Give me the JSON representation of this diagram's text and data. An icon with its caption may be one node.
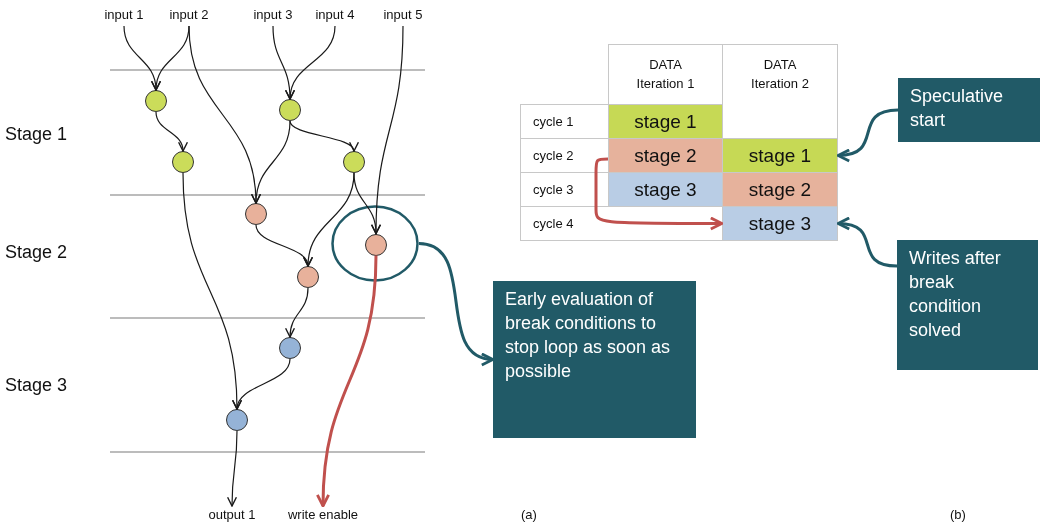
{
  "diagram": {
    "nodes": [
      {
        "text": [
          "input 1"
        ]
      },
      {
        "text": [
          "input 2"
        ]
      },
      {
        "text": [
          "input 3"
        ]
      },
      {
        "text": [
          "input 4"
        ]
      },
      {
        "text": [
          "input 5"
        ]
      },
      {
        "text": [],
        "shape": "circle"
      },
      {
        "text": [],
        "shape": "circle"
      },
      {
        "text": [],
        "shape": "circle"
      },
      {
        "text": [],
        "shape": "circle"
      },
      {
        "text": [],
        "shape": "circle"
      },
      {
        "text": [],
        "shape": "circle"
      },
      {
        "text": [],
        "shape": "ellipse"
      },
      {
        "text": [],
        "shape": "circle",
        "in": 11
      },
      {
        "text": [],
        "shape": "circle"
      },
      {
        "text": [],
        "shape": "circle"
      },
      {
        "text": [
          "output 1"
        ]
      },
      {
        "text": [
          "write enable"
        ]
      },
      {
        "text": [
          "Early evaluation of  break conditions to stop loop as soon as possible"
        ]
      },
      {
        "text": [
          "stage 1"
        ]
      },
      {
        "text": [
          "stage 2"
        ]
      },
      {
        "text": [
          "stage 1"
        ]
      },
      {
        "text": [
          "stage 3"
        ]
      },
      {
        "text": [
          "stage 2"
        ]
      },
      {
        "text": [
          "stage 3"
        ]
      },
      {
        "text": [
          "Speculative start"
        ]
      },
      {
        "text": [
          "Writes after break condition solved"
        ]
      }
    ],
    "edges": [
      {
        "from": 0,
        "to": 5,
        "arrow": "to"
      },
      {
        "from": 1,
        "to": 5,
        "arrow": "to"
      },
      {
        "from": 5,
        "to": 6,
        "arrow": "to"
      },
      {
        "from": 2,
        "to": 7,
        "arrow": "to"
      },
      {
        "from": 3,
        "to": 7,
        "arrow": "to"
      },
      {
        "from": 7,
        "to": 8,
        "arrow": "to"
      },
      {
        "from": 1,
        "to": 9,
        "arrow": "to"
      },
      {
        "from": 7,
        "to": 9,
        "arrow": "to"
      },
      {
        "from": 9,
        "to": 10,
        "arrow": "to"
      },
      {
        "from": 8,
        "to": 10,
        "arrow": "to"
      },
      {
        "from": 8,
        "to": 12,
        "arrow": "to"
      },
      {
        "from": 4,
        "to": 12,
        "arrow": "to"
      },
      {
        "from": 10,
        "to": 13,
        "arrow": "to"
      },
      {
        "from": 6,
        "to": 14,
        "arrow": "to"
      },
      {
        "from": 13,
        "to": 14,
        "arrow": "to"
      },
      {
        "from": 14,
        "to": 15,
        "arrow": "to"
      },
      {
        "from": 12,
        "to": 16,
        "arrow": "to",
        "style": "thick",
        "color": "#c0504d"
      },
      {
        "from": 11,
        "to": 17,
        "arrow": "to",
        "style": "thick",
        "color": "#215a67"
      },
      {
        "from": 19,
        "to": 23,
        "arrow": "to",
        "style": "thick",
        "color": "#c0504d"
      },
      {
        "from": 24,
        "to": 20,
        "arrow": "to",
        "style": "thick",
        "color": "#215a67"
      },
      {
        "from": 25,
        "to": 23,
        "arrow": "to",
        "style": "thick",
        "color": "#215a67"
      }
    ],
    "labels": [
      "Stage 1",
      "Stage 2",
      "Stage 3",
      "DATA Iteration 1",
      "DATA Iteration 2",
      "cycle 1",
      "cycle 2",
      "cycle 3",
      "cycle 4",
      "(a)",
      "(b)"
    ]
  }
}
